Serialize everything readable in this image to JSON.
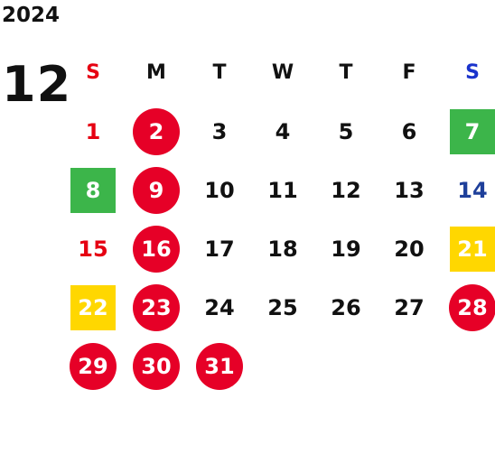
{
  "year": "2024",
  "month": "12",
  "weekdays": [
    "S",
    "M",
    "T",
    "W",
    "T",
    "F",
    "S"
  ],
  "colors": {
    "sunday_text": "#e60012",
    "saturday_text": "#1e3f9a",
    "red_marker": "#e60027",
    "green_marker": "#3cb54a",
    "yellow_marker": "#ffd700"
  },
  "weeks": [
    [
      {
        "day": "1",
        "style": "sun"
      },
      {
        "day": "2",
        "style": "red"
      },
      {
        "day": "3",
        "style": "plain"
      },
      {
        "day": "4",
        "style": "plain"
      },
      {
        "day": "5",
        "style": "plain"
      },
      {
        "day": "6",
        "style": "plain"
      },
      {
        "day": "7",
        "style": "green"
      }
    ],
    [
      {
        "day": "8",
        "style": "green"
      },
      {
        "day": "9",
        "style": "red"
      },
      {
        "day": "10",
        "style": "plain"
      },
      {
        "day": "11",
        "style": "plain"
      },
      {
        "day": "12",
        "style": "plain"
      },
      {
        "day": "13",
        "style": "plain"
      },
      {
        "day": "14",
        "style": "sat"
      }
    ],
    [
      {
        "day": "15",
        "style": "sun"
      },
      {
        "day": "16",
        "style": "red"
      },
      {
        "day": "17",
        "style": "plain"
      },
      {
        "day": "18",
        "style": "plain"
      },
      {
        "day": "19",
        "style": "plain"
      },
      {
        "day": "20",
        "style": "plain"
      },
      {
        "day": "21",
        "style": "yellow"
      }
    ],
    [
      {
        "day": "22",
        "style": "yellow"
      },
      {
        "day": "23",
        "style": "red"
      },
      {
        "day": "24",
        "style": "plain"
      },
      {
        "day": "25",
        "style": "plain"
      },
      {
        "day": "26",
        "style": "plain"
      },
      {
        "day": "27",
        "style": "plain"
      },
      {
        "day": "28",
        "style": "red"
      }
    ],
    [
      {
        "day": "29",
        "style": "red"
      },
      {
        "day": "30",
        "style": "red"
      },
      {
        "day": "31",
        "style": "red"
      },
      {
        "day": "",
        "style": "empty"
      },
      {
        "day": "",
        "style": "empty"
      },
      {
        "day": "",
        "style": "empty"
      },
      {
        "day": "",
        "style": "empty"
      }
    ]
  ]
}
